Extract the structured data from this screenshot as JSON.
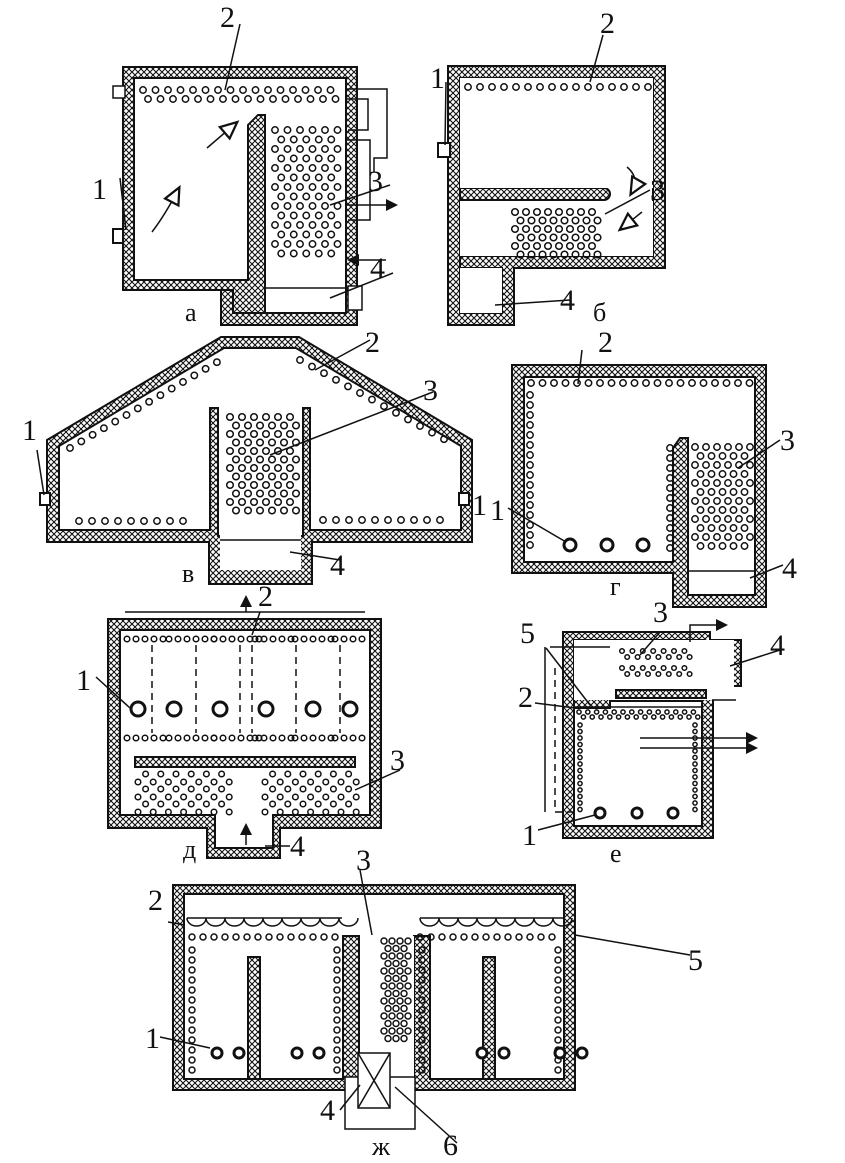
{
  "figure": {
    "panels": [
      {
        "id": "a",
        "caption": "а",
        "labels": [
          "1",
          "2",
          "3",
          "4"
        ]
      },
      {
        "id": "b",
        "caption": "б",
        "labels": [
          "1",
          "2",
          "3",
          "4"
        ]
      },
      {
        "id": "v",
        "caption": "в",
        "labels": [
          "1",
          "1",
          "2",
          "3",
          "4"
        ]
      },
      {
        "id": "g",
        "caption": "г",
        "labels": [
          "1",
          "2",
          "3",
          "4"
        ]
      },
      {
        "id": "d",
        "caption": "д",
        "labels": [
          "1",
          "2",
          "3",
          "4"
        ]
      },
      {
        "id": "e",
        "caption": "е",
        "labels": [
          "1",
          "2",
          "3",
          "4",
          "5"
        ]
      },
      {
        "id": "zh",
        "caption": "ж",
        "labels": [
          "1",
          "2",
          "3",
          "4",
          "5",
          "6"
        ]
      }
    ]
  },
  "colors": {
    "ink": "#111111",
    "paper": "#ffffff"
  }
}
